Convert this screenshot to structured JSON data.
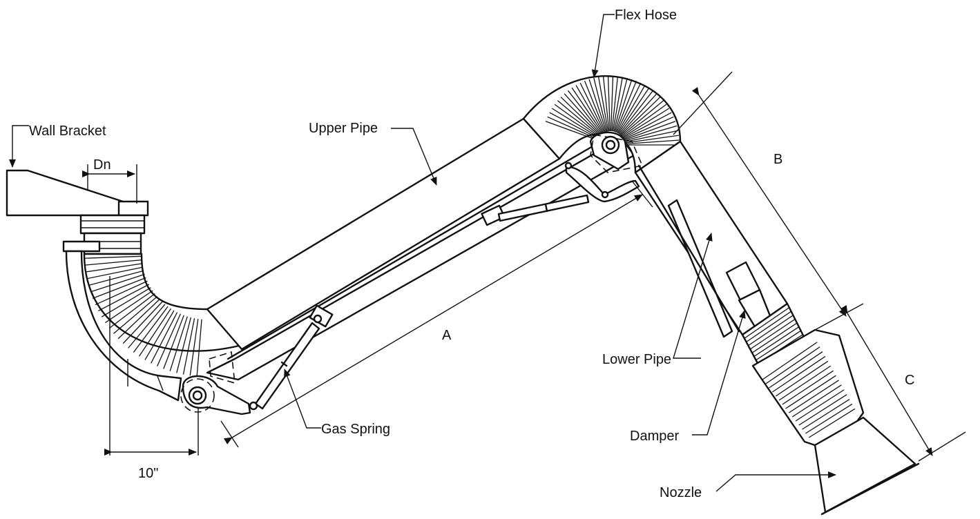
{
  "labels": {
    "wall_bracket": "Wall Bracket",
    "dn": "Dn",
    "upper_pipe": "Upper Pipe",
    "flex_hose": "Flex Hose",
    "b": "B",
    "a": "A",
    "lower_pipe": "Lower Pipe",
    "c": "C",
    "gas_spring": "Gas Spring",
    "damper": "Damper",
    "nozzle": "Nozzle",
    "ten_inch": "10\""
  },
  "colors": {
    "ink": "#111111",
    "background": "#ffffff"
  }
}
